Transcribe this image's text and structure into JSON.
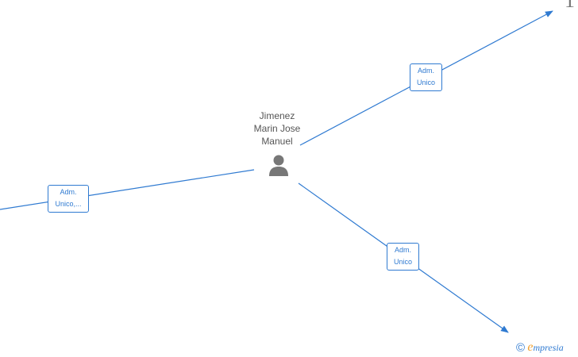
{
  "person": {
    "name_lines": [
      "Jimenez",
      "Marin Jose",
      "Manuel"
    ],
    "icon": "person-icon"
  },
  "edges": [
    {
      "id": "ne",
      "label_lines": [
        "Adm.",
        "Unico"
      ]
    },
    {
      "id": "w",
      "label_lines": [
        "Adm.",
        "Unico,..."
      ]
    },
    {
      "id": "se",
      "label_lines": [
        "Adm.",
        "Unico"
      ]
    }
  ],
  "corner_glyph": "1",
  "watermark": {
    "copyright": "©",
    "brand_initial": "e",
    "brand_rest": "mpresia"
  },
  "colors": {
    "edge": "#2f7ad1",
    "node_icon": "#777777",
    "text": "#555555",
    "brand_accent": "#f0a030"
  }
}
